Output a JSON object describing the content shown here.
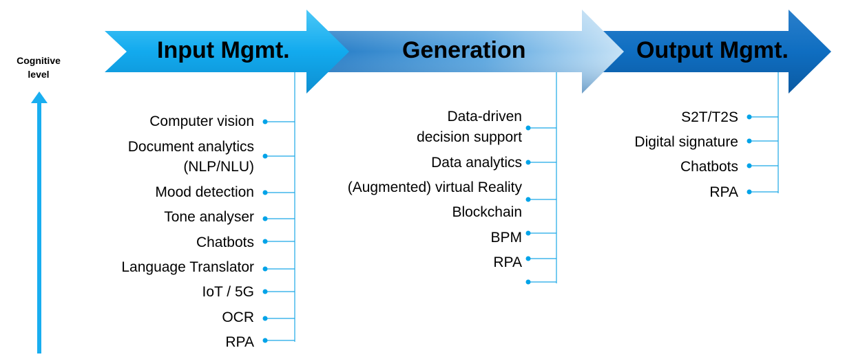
{
  "axis": {
    "label_line1": "Cognitive",
    "label_line2": "level"
  },
  "phases": [
    {
      "title": "Input Mgmt.",
      "items": [
        "Computer vision",
        "Document analytics",
        "(NLP/NLU)",
        "Mood detection",
        "Tone analyser",
        "Chatbots",
        "Language Translator",
        "IoT / 5G",
        "OCR",
        "RPA"
      ]
    },
    {
      "title": "Generation",
      "items": [
        "Data-driven",
        "decision support",
        "Data analytics",
        "(Augmented) virtual Reality",
        "Blockchain",
        "BPM",
        "RPA"
      ]
    },
    {
      "title": "Output Mgmt.",
      "items": [
        "S2T/T2S",
        "Digital signature",
        "Chatbots",
        "RPA"
      ]
    }
  ],
  "colors": {
    "accent": "#00a3e8",
    "connector": "#1aa8e6",
    "arrow1": "#19aef0",
    "arrow2": "#3f8fd6",
    "arrow3": "#0f6ec1"
  }
}
